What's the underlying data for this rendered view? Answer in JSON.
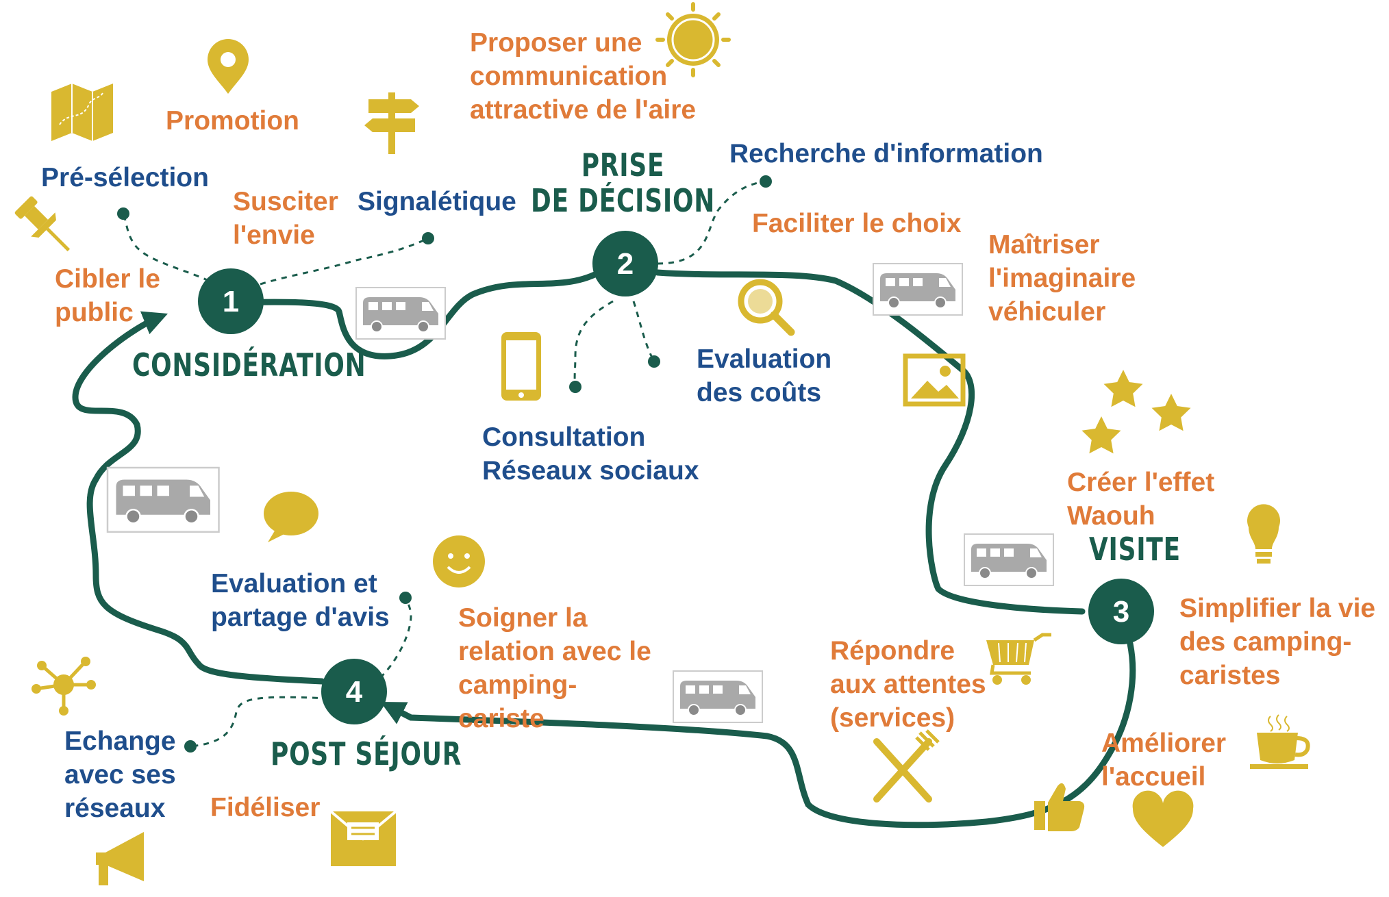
{
  "stages": [
    {
      "number": "1",
      "name": "CONSIDÉRATION"
    },
    {
      "number": "2",
      "name": "PRISE\nDE DÉCISION"
    },
    {
      "number": "3",
      "name": "VISITE"
    },
    {
      "number": "4",
      "name": "POST SÉJOUR"
    }
  ],
  "labels": {
    "proposer": "Proposer une\ncommunication\nattractive de l'aire",
    "promotion": "Promotion",
    "preselection": "Pré-sélection",
    "susciter": "Susciter\nl'envie",
    "signaletique": "Signalétique",
    "cibler": "Cibler le\npublic",
    "recherche": "Recherche d'information",
    "faciliter": "Faciliter le choix",
    "maitriser": "Maîtriser\nl'imaginaire\nvéhiculer",
    "evaluation_couts": "Evaluation\ndes coûts",
    "consultation": "Consultation\nRéseaux sociaux",
    "creer": "Créer l'effet\nWaouh",
    "simplifier": "Simplifier la vie\ndes camping-\ncaristes",
    "repondre": "Répondre\naux attentes\n(services)",
    "ameliorer": "Améliorer\nl'accueil",
    "evaluation_avis": "Evaluation et\npartage d'avis",
    "soigner": "Soigner la\nrelation avec le\ncamping-\ncariste",
    "echange": "Echange\navec ses\nréseaux",
    "fideliser": "Fidéliser"
  },
  "colors": {
    "path": "#1a5c4c",
    "node": "#1a5c4c",
    "icon": "#d9b830",
    "orange_text": "#e07b39",
    "blue_text": "#1f4e8c",
    "vehicle": "#a9a9a9"
  },
  "icons": [
    "sun-icon",
    "map-pin-icon",
    "map-icon",
    "signpost-icon",
    "pushpin-icon",
    "camper-van-icon",
    "smartphone-icon",
    "magnifier-icon",
    "image-icon",
    "star-icon",
    "lightbulb-icon",
    "shopping-cart-icon",
    "cutlery-icon",
    "coffee-cup-icon",
    "thumbs-up-icon",
    "heart-icon",
    "speech-bubble-icon",
    "smiley-icon",
    "network-icon",
    "envelope-icon",
    "megaphone-icon"
  ]
}
